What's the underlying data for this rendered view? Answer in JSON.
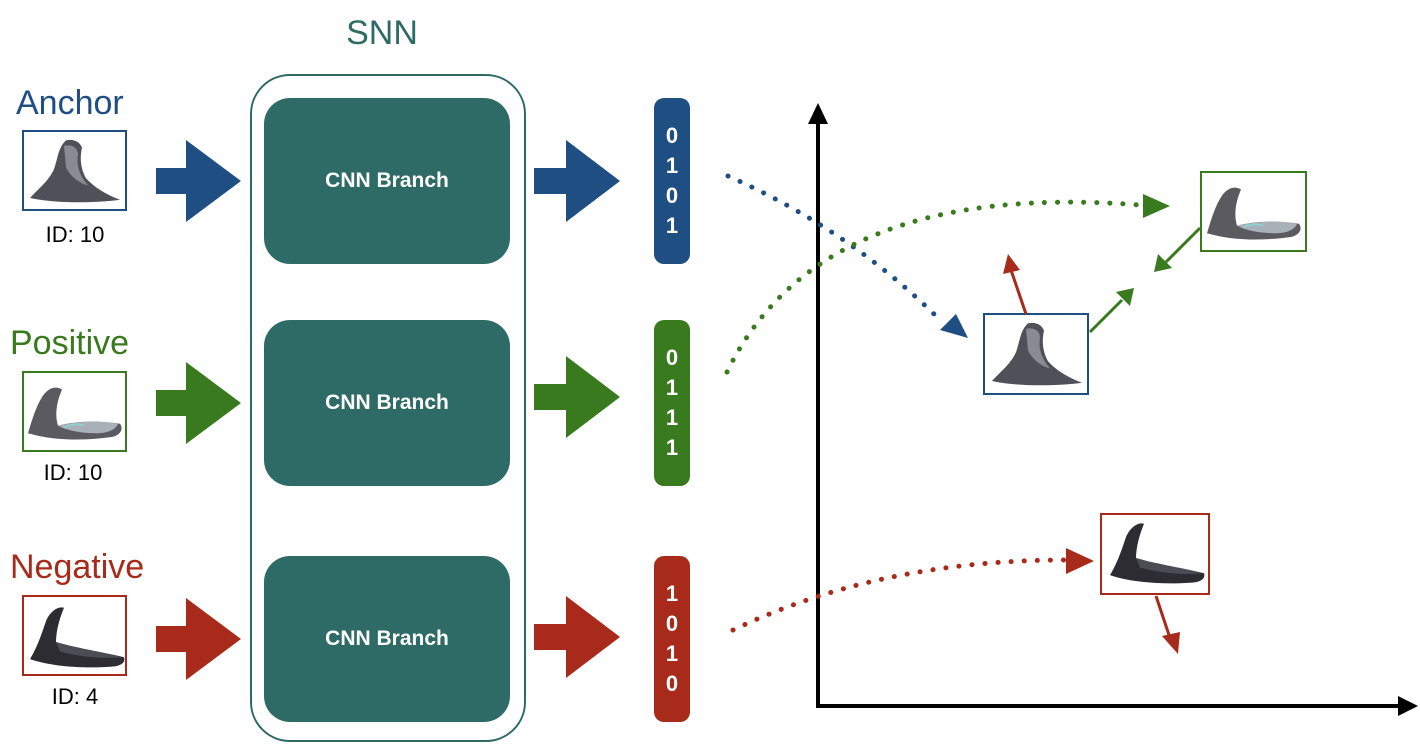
{
  "snn": {
    "title": "SNN"
  },
  "inputs": [
    {
      "label": "Anchor",
      "id_label": "ID: 10",
      "color": "#1f4e82"
    },
    {
      "label": "Positive",
      "id_label": "ID: 10",
      "color": "#3a7a1f"
    },
    {
      "label": "Negative",
      "id_label": "ID: 4",
      "color": "#a82a1a"
    }
  ],
  "branches": [
    {
      "label": "CNN Branch"
    },
    {
      "label": "CNN Branch"
    },
    {
      "label": "CNN Branch"
    }
  ],
  "embeddings": [
    {
      "bits": [
        "0",
        "1",
        "0",
        "1"
      ],
      "color": "#1f4e82"
    },
    {
      "bits": [
        "0",
        "1",
        "1",
        "1"
      ],
      "color": "#3a7a1f"
    },
    {
      "bits": [
        "1",
        "0",
        "1",
        "0"
      ],
      "color": "#a82a1a"
    }
  ],
  "colors": {
    "snn": "#2e6b66",
    "axis": "#000000",
    "fin_dark": "#4a4a52",
    "fin_light": "#8e8e96"
  },
  "icons": {
    "fin_image": "dorsal-fin-photo",
    "axis": "embedding-space-axes"
  }
}
